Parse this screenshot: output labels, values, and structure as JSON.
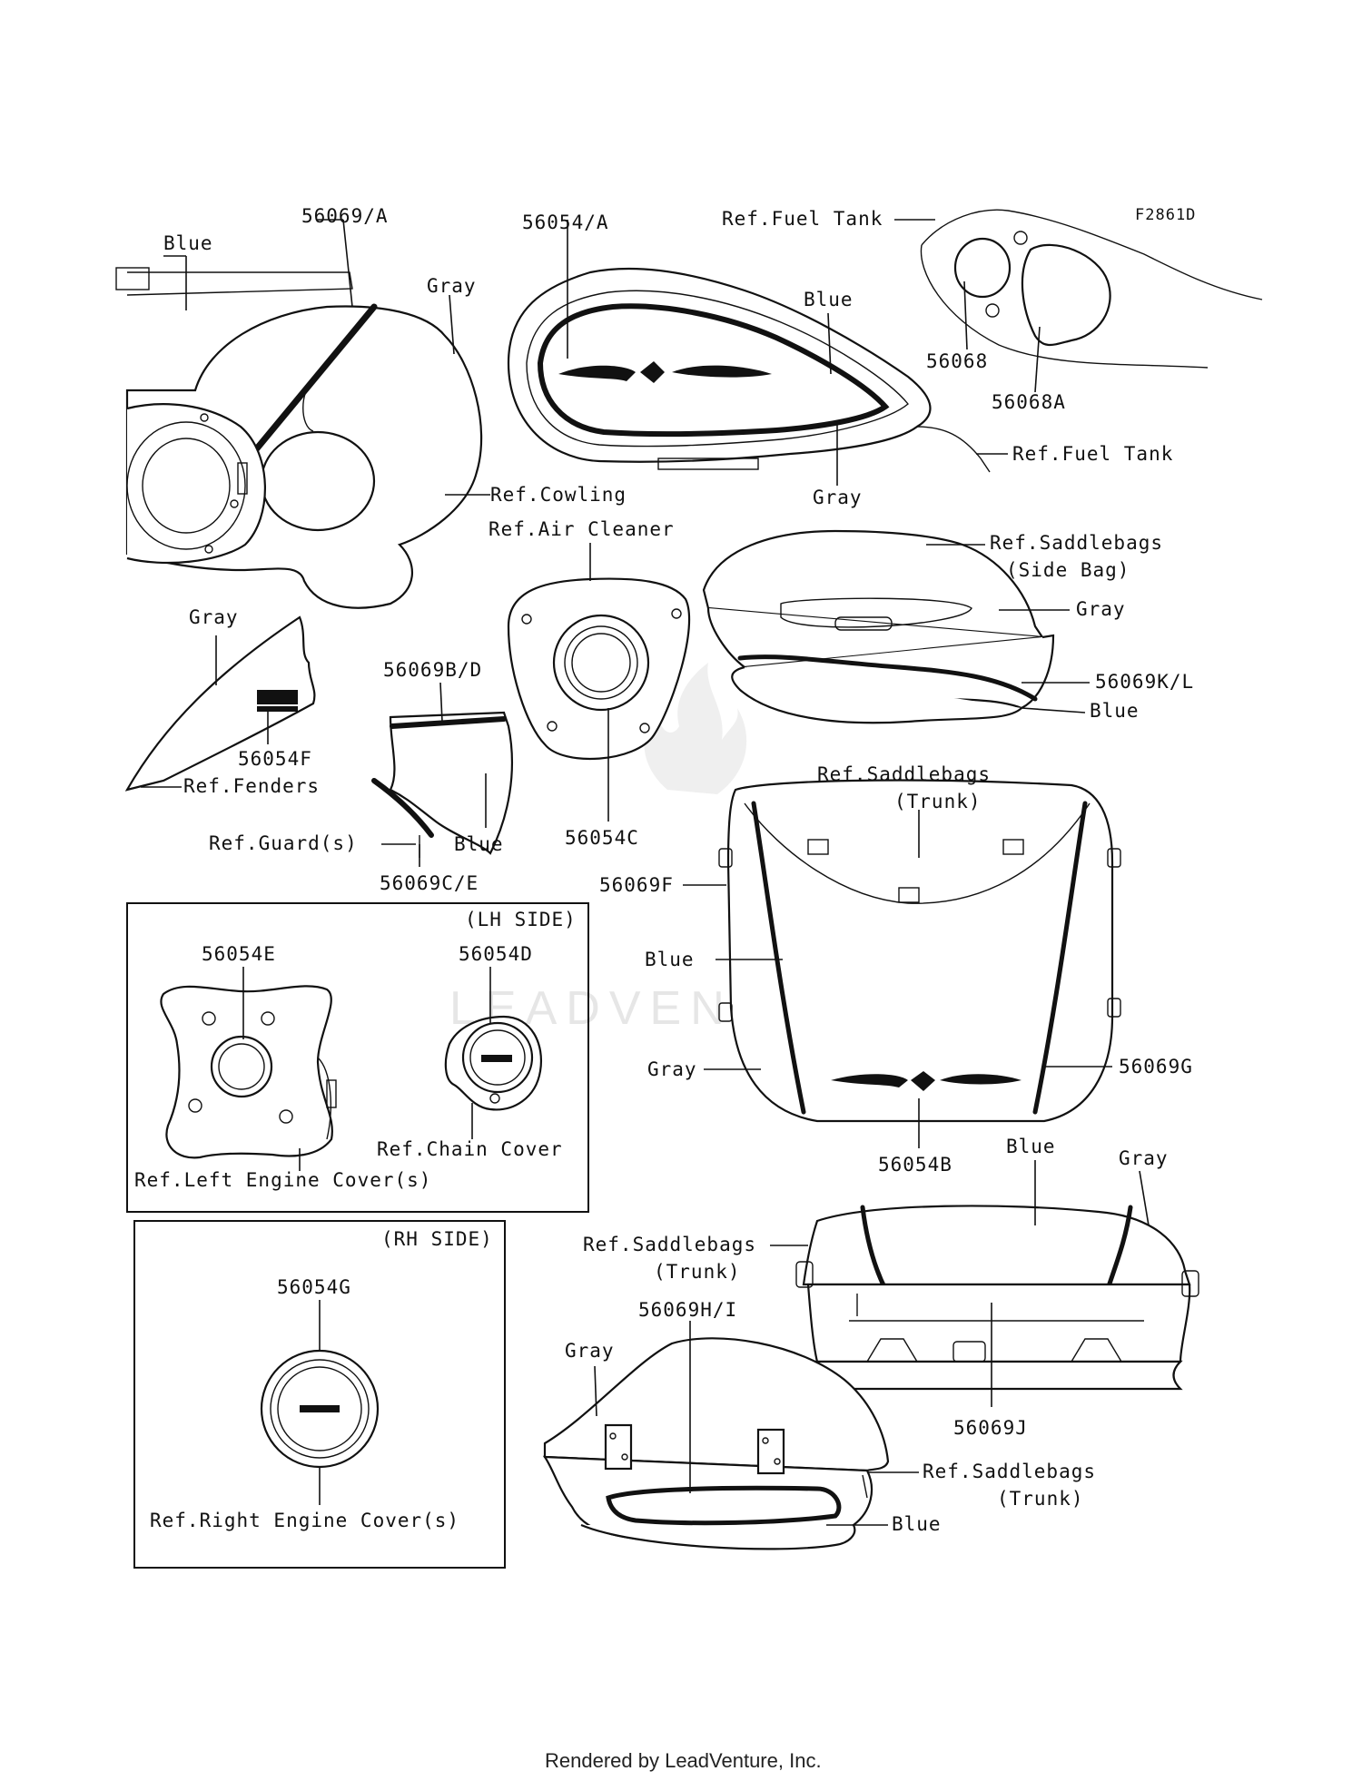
{
  "diagram_code": "F2861D",
  "watermark": "LEADVENTURE",
  "footer": "Rendered by LeadVenture, Inc.",
  "boxes": {
    "lh_side": "(LH SIDE)",
    "rh_side": "(RH SIDE)"
  },
  "labels": {
    "p56069A": "56069/A",
    "blue_cowl": "Blue",
    "gray_cowl": "Gray",
    "ref_cowling": "Ref.Cowling",
    "p56054A": "56054/A",
    "blue_tank": "Blue",
    "gray_tank": "Gray",
    "ref_fuel_tank_top": "Ref.Fuel Tank",
    "ref_fuel_tank_side": "Ref.Fuel Tank",
    "p56068": "56068",
    "p56068A": "56068A",
    "ref_air_cleaner": "Ref.Air Cleaner",
    "p56054C": "56054C",
    "ref_saddlebags_side_1": "Ref.Saddlebags",
    "ref_saddlebags_side_2": "(Side Bag)",
    "gray_sidebag": "Gray",
    "p56069KL": "56069K/L",
    "blue_sidebag": "Blue",
    "gray_fender": "Gray",
    "p56054F": "56054F",
    "ref_fenders": "Ref.Fenders",
    "p56069BD": "56069B/D",
    "ref_guards": "Ref.Guard(s)",
    "blue_guard": "Blue",
    "p56069CE": "56069C/E",
    "ref_trunk_top_1": "Ref.Saddlebags",
    "ref_trunk_top_2": "(Trunk)",
    "p56069F": "56069F",
    "blue_trunk_front": "Blue",
    "gray_trunk_front": "Gray",
    "p56069G": "56069G",
    "p56054B": "56054B",
    "p56054E": "56054E",
    "p56054D": "56054D",
    "ref_chain_cover": "Ref.Chain Cover",
    "ref_left_engine_cover": "Ref.Left Engine Cover(s)",
    "blue_trunk_rear": "Blue",
    "gray_trunk_rear": "Gray",
    "ref_trunk_rear_1": "Ref.Saddlebags",
    "ref_trunk_rear_2": "(Trunk)",
    "p56069J": "56069J",
    "p56054G": "56054G",
    "ref_right_engine_cover": "Ref.Right Engine Cover(s)",
    "p56069HI": "56069H/I",
    "gray_trunk_side": "Gray",
    "ref_trunk_side_1": "Ref.Saddlebags",
    "ref_trunk_side_2": "(Trunk)",
    "blue_trunk_side": "Blue"
  }
}
